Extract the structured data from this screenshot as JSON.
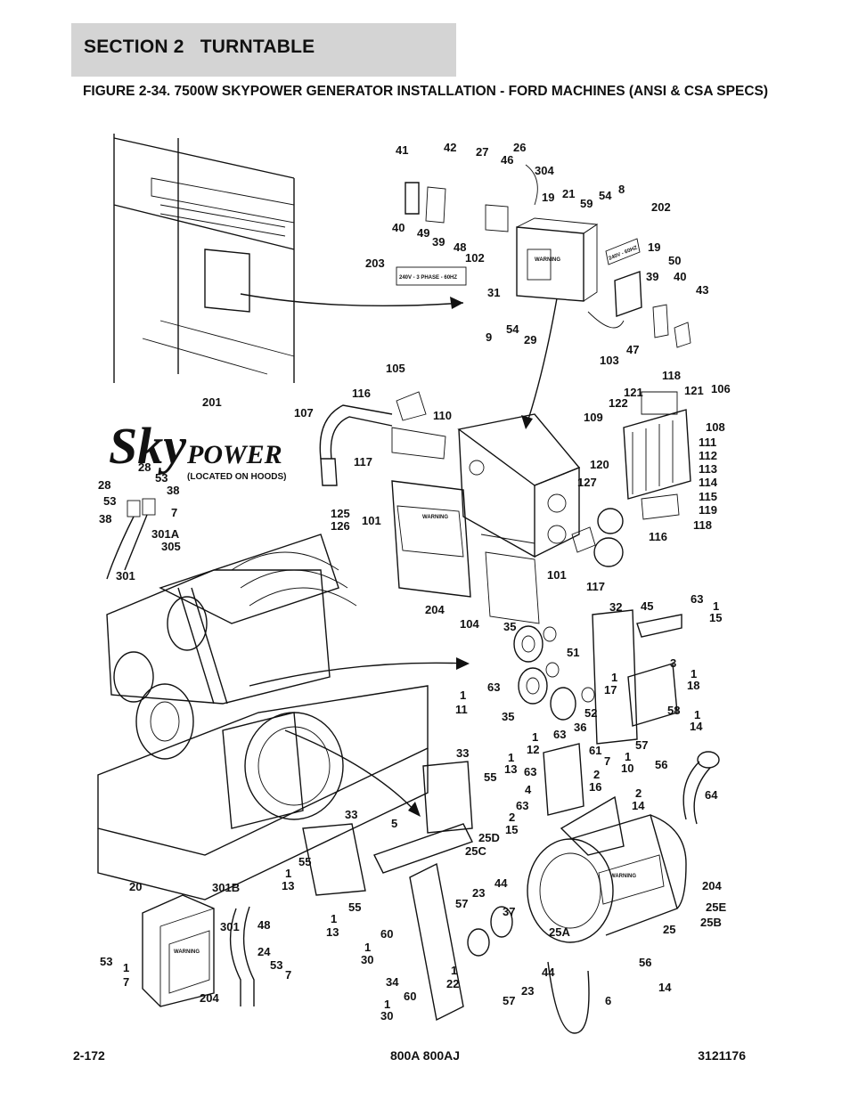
{
  "header": {
    "section_title": "SECTION 2   TURNTABLE",
    "figure_title": "FIGURE 2-34. 7500W SKYPOWER GENERATOR INSTALLATION - FORD MACHINES (ANSI & CSA SPECS)"
  },
  "labels": {
    "decal_phase": "240V - 3 PHASE - 60HZ",
    "decal_hz": "240V - 60HZ",
    "warning": "WARNING",
    "logo_sky": "Sky",
    "logo_power": "POWER",
    "logo_note": "(LOCATED ON HOODS)"
  },
  "callouts": [
    {
      "t": "41"
    },
    {
      "t": "42"
    },
    {
      "t": "27"
    },
    {
      "t": "26"
    },
    {
      "t": "46"
    },
    {
      "t": "304"
    },
    {
      "t": "19"
    },
    {
      "t": "21"
    },
    {
      "t": "59"
    },
    {
      "t": "54"
    },
    {
      "t": "8"
    },
    {
      "t": "202"
    },
    {
      "t": "40"
    },
    {
      "t": "49"
    },
    {
      "t": "39"
    },
    {
      "t": "48"
    },
    {
      "t": "102"
    },
    {
      "t": "203"
    },
    {
      "t": "19"
    },
    {
      "t": "50"
    },
    {
      "t": "39"
    },
    {
      "t": "40"
    },
    {
      "t": "43"
    },
    {
      "t": "31"
    },
    {
      "t": "9"
    },
    {
      "t": "54"
    },
    {
      "t": "29"
    },
    {
      "t": "47"
    },
    {
      "t": "103"
    },
    {
      "t": "105"
    },
    {
      "t": "116"
    },
    {
      "t": "110"
    },
    {
      "t": "107"
    },
    {
      "t": "118"
    },
    {
      "t": "122"
    },
    {
      "t": "121"
    },
    {
      "t": "121"
    },
    {
      "t": "106"
    },
    {
      "t": "109"
    },
    {
      "t": "108"
    },
    {
      "t": "111"
    },
    {
      "t": "112"
    },
    {
      "t": "113"
    },
    {
      "t": "114"
    },
    {
      "t": "115"
    },
    {
      "t": "119"
    },
    {
      "t": "118"
    },
    {
      "t": "120"
    },
    {
      "t": "127"
    },
    {
      "t": "117"
    },
    {
      "t": "201"
    },
    {
      "t": "28"
    },
    {
      "t": "28"
    },
    {
      "t": "53"
    },
    {
      "t": "38"
    },
    {
      "t": "53"
    },
    {
      "t": "38"
    },
    {
      "t": "7"
    },
    {
      "t": "125"
    },
    {
      "t": "126"
    },
    {
      "t": "101"
    },
    {
      "t": "301A"
    },
    {
      "t": "305"
    },
    {
      "t": "301"
    },
    {
      "t": "116"
    },
    {
      "t": "101"
    },
    {
      "t": "117"
    },
    {
      "t": "204"
    },
    {
      "t": "104"
    },
    {
      "t": "32"
    },
    {
      "t": "45"
    },
    {
      "t": "63"
    },
    {
      "t": "1"
    },
    {
      "t": "15"
    },
    {
      "t": "35"
    },
    {
      "t": "51"
    },
    {
      "t": "3"
    },
    {
      "t": "1"
    },
    {
      "t": "18"
    },
    {
      "t": "1"
    },
    {
      "t": "17"
    },
    {
      "t": "63"
    },
    {
      "t": "1"
    },
    {
      "t": "11"
    },
    {
      "t": "35"
    },
    {
      "t": "52"
    },
    {
      "t": "58"
    },
    {
      "t": "1"
    },
    {
      "t": "14"
    },
    {
      "t": "36"
    },
    {
      "t": "1"
    },
    {
      "t": "12"
    },
    {
      "t": "63"
    },
    {
      "t": "57"
    },
    {
      "t": "61"
    },
    {
      "t": "7"
    },
    {
      "t": "1"
    },
    {
      "t": "10"
    },
    {
      "t": "56"
    },
    {
      "t": "33"
    },
    {
      "t": "1"
    },
    {
      "t": "13"
    },
    {
      "t": "55"
    },
    {
      "t": "63"
    },
    {
      "t": "2"
    },
    {
      "t": "16"
    },
    {
      "t": "64"
    },
    {
      "t": "4"
    },
    {
      "t": "2"
    },
    {
      "t": "14"
    },
    {
      "t": "63"
    },
    {
      "t": "2"
    },
    {
      "t": "15"
    },
    {
      "t": "33"
    },
    {
      "t": "5"
    },
    {
      "t": "25D"
    },
    {
      "t": "25C"
    },
    {
      "t": "55"
    },
    {
      "t": "1"
    },
    {
      "t": "13"
    },
    {
      "t": "20"
    },
    {
      "t": "301B"
    },
    {
      "t": "44"
    },
    {
      "t": "23"
    },
    {
      "t": "204"
    },
    {
      "t": "57"
    },
    {
      "t": "37"
    },
    {
      "t": "25E"
    },
    {
      "t": "55"
    },
    {
      "t": "1"
    },
    {
      "t": "13"
    },
    {
      "t": "25B"
    },
    {
      "t": "301"
    },
    {
      "t": "48"
    },
    {
      "t": "25"
    },
    {
      "t": "60"
    },
    {
      "t": "25A"
    },
    {
      "t": "1"
    },
    {
      "t": "30"
    },
    {
      "t": "24"
    },
    {
      "t": "53"
    },
    {
      "t": "53"
    },
    {
      "t": "1"
    },
    {
      "t": "7"
    },
    {
      "t": "7"
    },
    {
      "t": "56"
    },
    {
      "t": "34"
    },
    {
      "t": "1"
    },
    {
      "t": "22"
    },
    {
      "t": "44"
    },
    {
      "t": "14"
    },
    {
      "t": "23"
    },
    {
      "t": "204"
    },
    {
      "t": "60"
    },
    {
      "t": "57"
    },
    {
      "t": "6"
    },
    {
      "t": "1"
    },
    {
      "t": "30"
    }
  ],
  "footer": {
    "page_number": "2-172",
    "models": "800A 800AJ",
    "doc_number": "3121176"
  }
}
